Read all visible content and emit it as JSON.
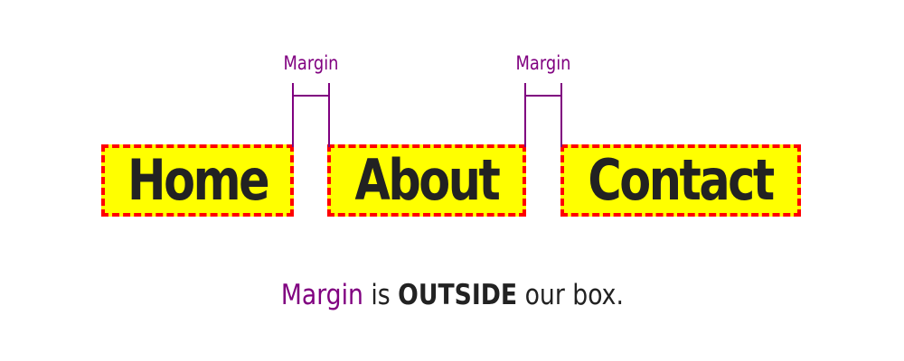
{
  "colors": {
    "box_fill": "#ffff00",
    "box_border": "#ff0000",
    "text": "#222222",
    "accent": "#800080",
    "background": "#ffffff"
  },
  "nav_items": [
    {
      "label": "Home"
    },
    {
      "label": "About"
    },
    {
      "label": "Contact"
    }
  ],
  "margin_markers": [
    {
      "label": "Margin"
    },
    {
      "label": "Margin"
    }
  ],
  "caption": {
    "highlight": "Margin",
    "part1": " is ",
    "strong": "OUTSIDE",
    "part2": " our box."
  }
}
